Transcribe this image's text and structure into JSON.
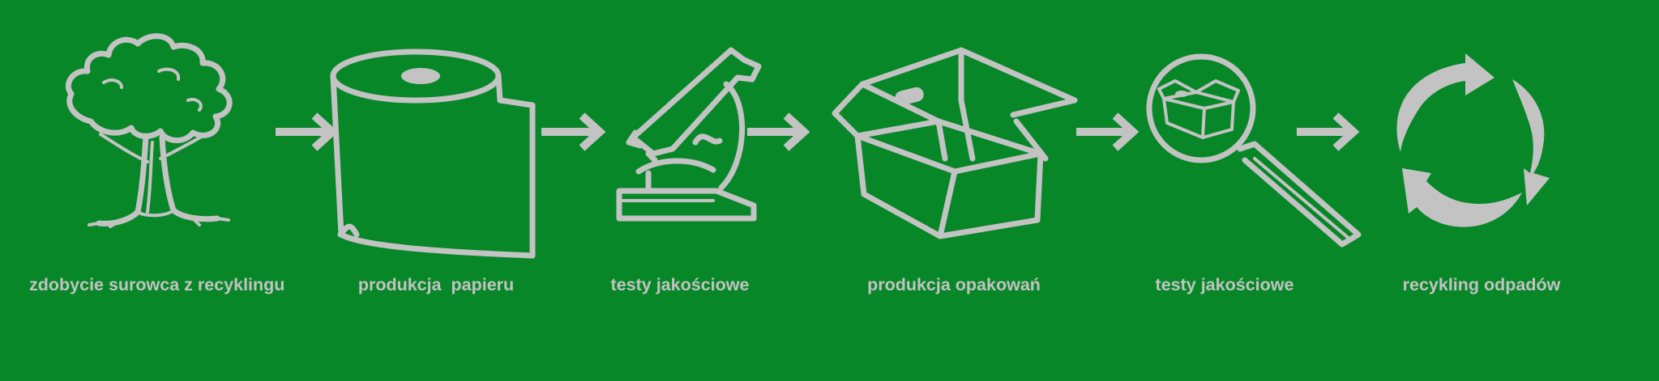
{
  "colors": {
    "background": "#078728",
    "foreground": "#c3c3c3"
  },
  "steps": [
    {
      "label": "zdobycie surowca z recyklingu",
      "icon": "tree-icon"
    },
    {
      "label": "produkcja  papieru",
      "icon": "paper-roll-icon"
    },
    {
      "label": "testy jakościowe",
      "icon": "microscope-icon"
    },
    {
      "label": "produkcja opakowań",
      "icon": "open-box-icon"
    },
    {
      "label": "testy jakościowe",
      "icon": "magnifier-box-icon"
    },
    {
      "label": "recykling odpadów",
      "icon": "recycle-icon"
    }
  ]
}
